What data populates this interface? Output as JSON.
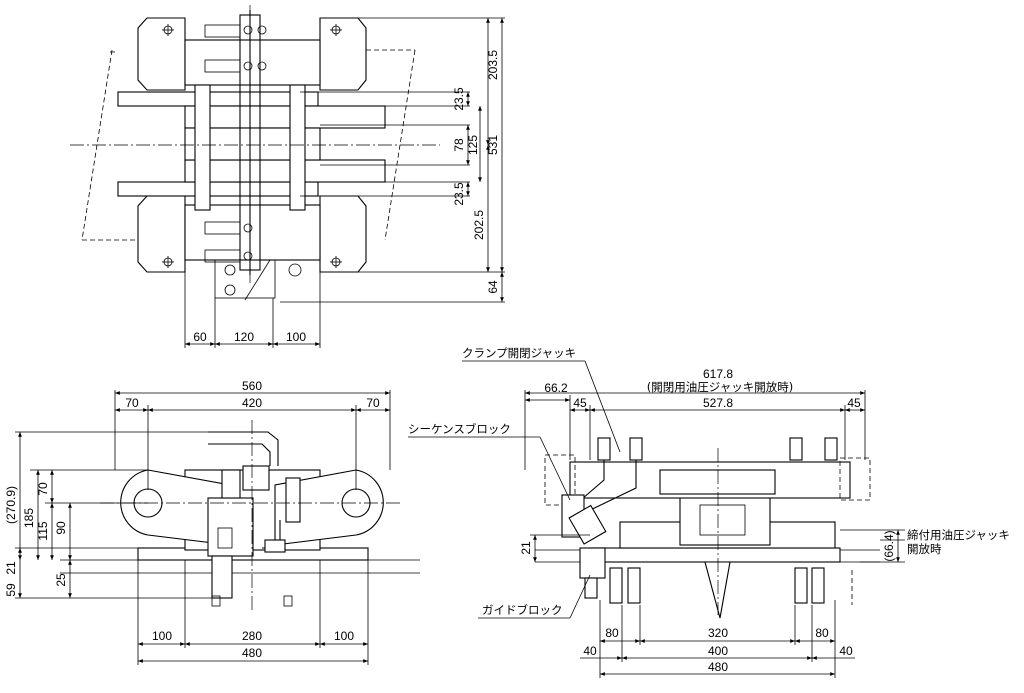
{
  "top_view": {
    "dims": {
      "d203_5": "203.5",
      "d23_5_top": "23.5",
      "d78": "78",
      "d125": "125",
      "d531": "531",
      "d23_5_bottom": "23.5",
      "d202_5": "202.5",
      "d64": "64",
      "d60": "60",
      "d120": "120",
      "d100": "100"
    }
  },
  "front_view": {
    "dims": {
      "d560": "560",
      "d70_left": "70",
      "d420": "420",
      "d70_right": "70",
      "d270_9": "(270.9)",
      "d185": "185",
      "d70_v": "70",
      "d115": "115",
      "d90": "90",
      "d21": "21",
      "d25": "25",
      "d59": "59",
      "d100_left": "100",
      "d280": "280",
      "d100_right": "100",
      "d480": "480"
    }
  },
  "side_view": {
    "labels": {
      "clamp_jack": "クランプ開閉ジャッキ",
      "sequence_block": "シーケンスブロック",
      "guide_block": "ガイドブロック",
      "tightening_jack_line1": "締付用油圧ジャッキ",
      "tightening_jack_line2": "開放時",
      "open_jack_note": "(開閉用油圧ジャッキ開放時)"
    },
    "dims": {
      "d617_8": "617.8",
      "d66_2": "66.2",
      "d45_left": "45",
      "d527_8": "527.8",
      "d45_right": "45",
      "d21": "21",
      "d66_4": "(66.4)",
      "d80_left": "80",
      "d320": "320",
      "d80_right": "80",
      "d40_left": "40",
      "d400": "400",
      "d40_right": "40",
      "d480": "480"
    }
  }
}
